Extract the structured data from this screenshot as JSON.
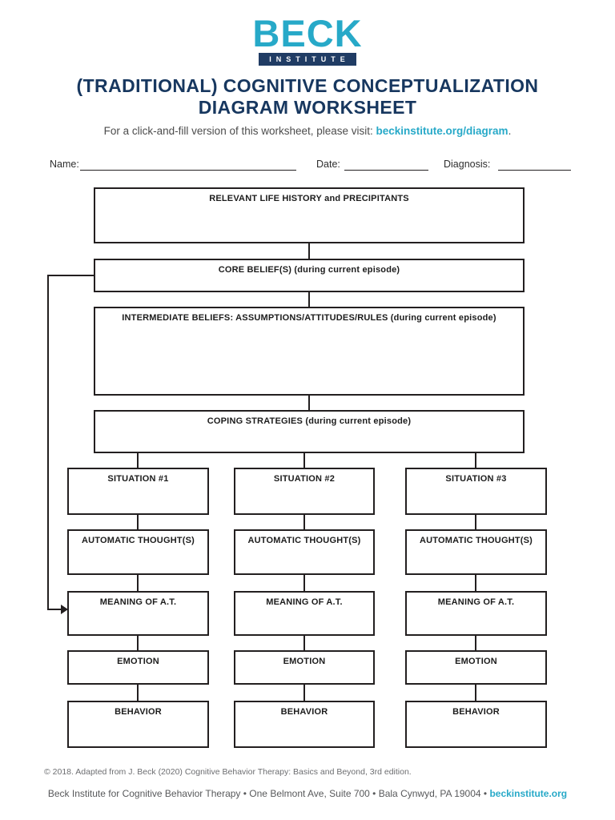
{
  "logo": {
    "primary": "BECK",
    "secondary": "INSTITUTE"
  },
  "title": {
    "line1": "(TRADITIONAL) COGNITIVE CONCEPTUALIZATION",
    "line2": "DIAGRAM WORKSHEET"
  },
  "subtitle": {
    "before_link": "For a click-and-fill version of this worksheet, please visit: ",
    "link": "beckinstitute.org/diagram",
    "after_link": "."
  },
  "fields": {
    "name_label": "Name:",
    "date_label": "Date:",
    "diagnosis_label": "Diagnosis:"
  },
  "diagram": {
    "relevant_history": "RELEVANT LIFE HISTORY and PRECIPITANTS",
    "core_beliefs": "CORE BELIEF(S) (during current episode)",
    "intermediate_beliefs": "INTERMEDIATE BELIEFS: ASSUMPTIONS/ATTITUDES/RULES (during current episode)",
    "coping_strategies": "COPING STRATEGIES (during current episode)",
    "columns": [
      {
        "situation": "SITUATION #1",
        "automatic_thoughts": "AUTOMATIC THOUGHT(S)",
        "meaning": "MEANING OF A.T.",
        "emotion": "EMOTION",
        "behavior": "BEHAVIOR"
      },
      {
        "situation": "SITUATION #2",
        "automatic_thoughts": "AUTOMATIC THOUGHT(S)",
        "meaning": "MEANING OF A.T.",
        "emotion": "EMOTION",
        "behavior": "BEHAVIOR"
      },
      {
        "situation": "SITUATION #3",
        "automatic_thoughts": "AUTOMATIC THOUGHT(S)",
        "meaning": "MEANING OF A.T.",
        "emotion": "EMOTION",
        "behavior": "BEHAVIOR"
      }
    ]
  },
  "footer": {
    "copyright": "© 2018. Adapted from J. Beck (2020) Cognitive Behavior Therapy: Basics and Beyond, 3rd edition.",
    "address": "Beck Institute for Cognitive Behavior Therapy • One Belmont Ave, Suite 700 • Bala Cynwyd, PA 19004 • ",
    "address_link": "beckinstitute.org"
  },
  "colors": {
    "teal": "#27a9c8",
    "navy_bar": "#203c64",
    "title_navy": "#17375f",
    "ink": "#231f20",
    "footer_gray": "#6d6e71"
  }
}
